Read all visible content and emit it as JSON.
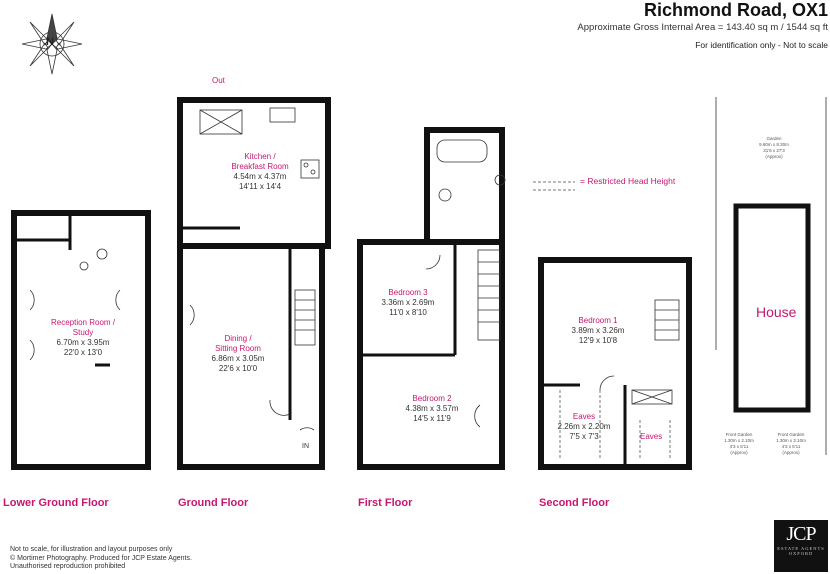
{
  "header": {
    "title": "Richmond Road, OX1",
    "area": "Approximate Gross Internal Area = 143.40 sq m / 1544 sq ft",
    "note": "For identification only - Not to scale"
  },
  "compass": {
    "letter": "N"
  },
  "legend": {
    "label": "= Restricted Head Height"
  },
  "floors": {
    "lower_ground": {
      "label": "Lower Ground Floor",
      "room_name": "Reception Room / Study",
      "metric": "6.70m x 3.95m",
      "imperial": "22'0 x 13'0"
    },
    "ground": {
      "label": "Ground Floor",
      "out_label": "Out",
      "in_label": "IN",
      "kitchen_name_1": "Kitchen /",
      "kitchen_name_2": "Breakfast Room",
      "kitchen_metric": "4.54m x 4.37m",
      "kitchen_imperial": "14'11 x 14'4",
      "dining_name_1": "Dining /",
      "dining_name_2": "Sitting Room",
      "dining_metric": "6.86m x 3.05m",
      "dining_imperial": "22'6 x 10'0"
    },
    "first": {
      "label": "First Floor",
      "bed3_name": "Bedroom 3",
      "bed3_metric": "3.36m x 2.69m",
      "bed3_imperial": "11'0 x 8'10",
      "bed2_name": "Bedroom 2",
      "bed2_metric": "4.38m x 3.57m",
      "bed2_imperial": "14'5 x 11'9"
    },
    "second": {
      "label": "Second Floor",
      "bed1_name": "Bedroom 1",
      "bed1_metric": "3.89m x 3.26m",
      "bed1_imperial": "12'9 x 10'8",
      "eaves1_name": "Eaves",
      "eaves1_metric": "2.26m x 2.20m",
      "eaves1_imperial": "7'5 x 7'3",
      "eaves2_name": "Eaves"
    }
  },
  "site": {
    "house_label": "House",
    "garden_label": "Garden",
    "garden_metric": "9.60m x 8.30m",
    "garden_imperial": "31'6 x 27'3",
    "garden_approx": "(Approx)",
    "front_garden_left": "Front Garden",
    "front_garden_left_metric": "1.30m x 2.10m",
    "front_garden_left_imperial": "4'3 x 6'11",
    "front_garden_left_approx": "(Approx)",
    "front_garden_right": "Front Garden",
    "front_garden_right_metric": "1.30m x 2.10m",
    "front_garden_right_imperial": "4'3 x 6'11",
    "front_garden_right_approx": "(Approx)"
  },
  "footer": {
    "line1": "Not to scale, for illustration and layout purposes only",
    "line2": "© Mortimer Photography. Produced for JCP Estate Agents.",
    "line3": "Unauthorised reproduction prohibited"
  },
  "logo": {
    "mark": "JCP",
    "tagline1": "ESTATE AGENTS",
    "tagline2": "OXFORD"
  },
  "colors": {
    "accent": "#c7176f",
    "wall": "#111111"
  }
}
